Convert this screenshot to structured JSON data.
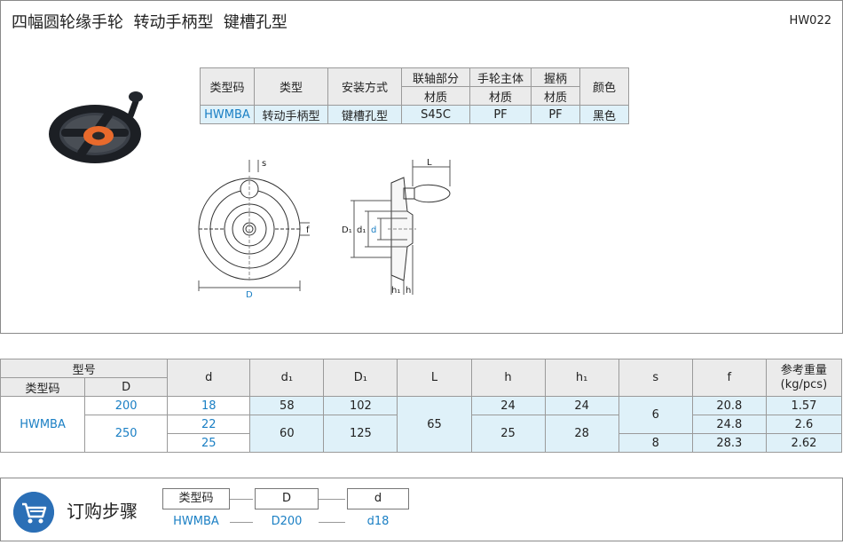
{
  "header": {
    "title": "四幅圆轮缘手轮  转动手柄型  键槽孔型",
    "code": "HW022"
  },
  "spec_table": {
    "type_code_label": "类型码",
    "type_label": "类型",
    "install_label": "安装方式",
    "shaft_label": "联轴部分",
    "body_label": "手轮主体",
    "handle_label": "握柄",
    "color_label": "颜色",
    "material_label": "材质",
    "type_code": "HWMBA",
    "type": "转动手柄型",
    "install": "键槽孔型",
    "shaft_material": "S45C",
    "body_material": "PF",
    "handle_material": "PF",
    "color": "黑色"
  },
  "drawing_labels": {
    "s": "s",
    "f": "f",
    "D": "D",
    "L": "L",
    "D1": "D₁",
    "d1": "d₁",
    "d": "d",
    "h1": "h₁",
    "h": "h"
  },
  "dims_table": {
    "model_label": "型号",
    "type_code_label": "类型码",
    "D_label": "D",
    "d_label": "d",
    "d1_label": "d₁",
    "D1_label": "D₁",
    "L_label": "L",
    "h_label": "h",
    "h1_label": "h₁",
    "s_label": "s",
    "f_label": "f",
    "weight_label": "参考重量",
    "weight_unit": "(kg/pcs)",
    "type_code": "HWMBA",
    "D": [
      "200",
      "250"
    ],
    "d": [
      "18",
      "22",
      "25"
    ],
    "d1": [
      "58",
      "60"
    ],
    "D1": [
      "102",
      "125"
    ],
    "L": "65",
    "h": [
      "24",
      "25"
    ],
    "h1": [
      "24",
      "28"
    ],
    "s": [
      "6",
      "8"
    ],
    "f": [
      "20.8",
      "24.8",
      "28.3"
    ],
    "weight": [
      "1.57",
      "2.6",
      "2.62"
    ]
  },
  "order": {
    "title": "订购步骤",
    "steps": [
      {
        "label": "类型码",
        "value": "HWMBA"
      },
      {
        "label": "D",
        "value": "D200"
      },
      {
        "label": "d",
        "value": "d18"
      }
    ]
  }
}
